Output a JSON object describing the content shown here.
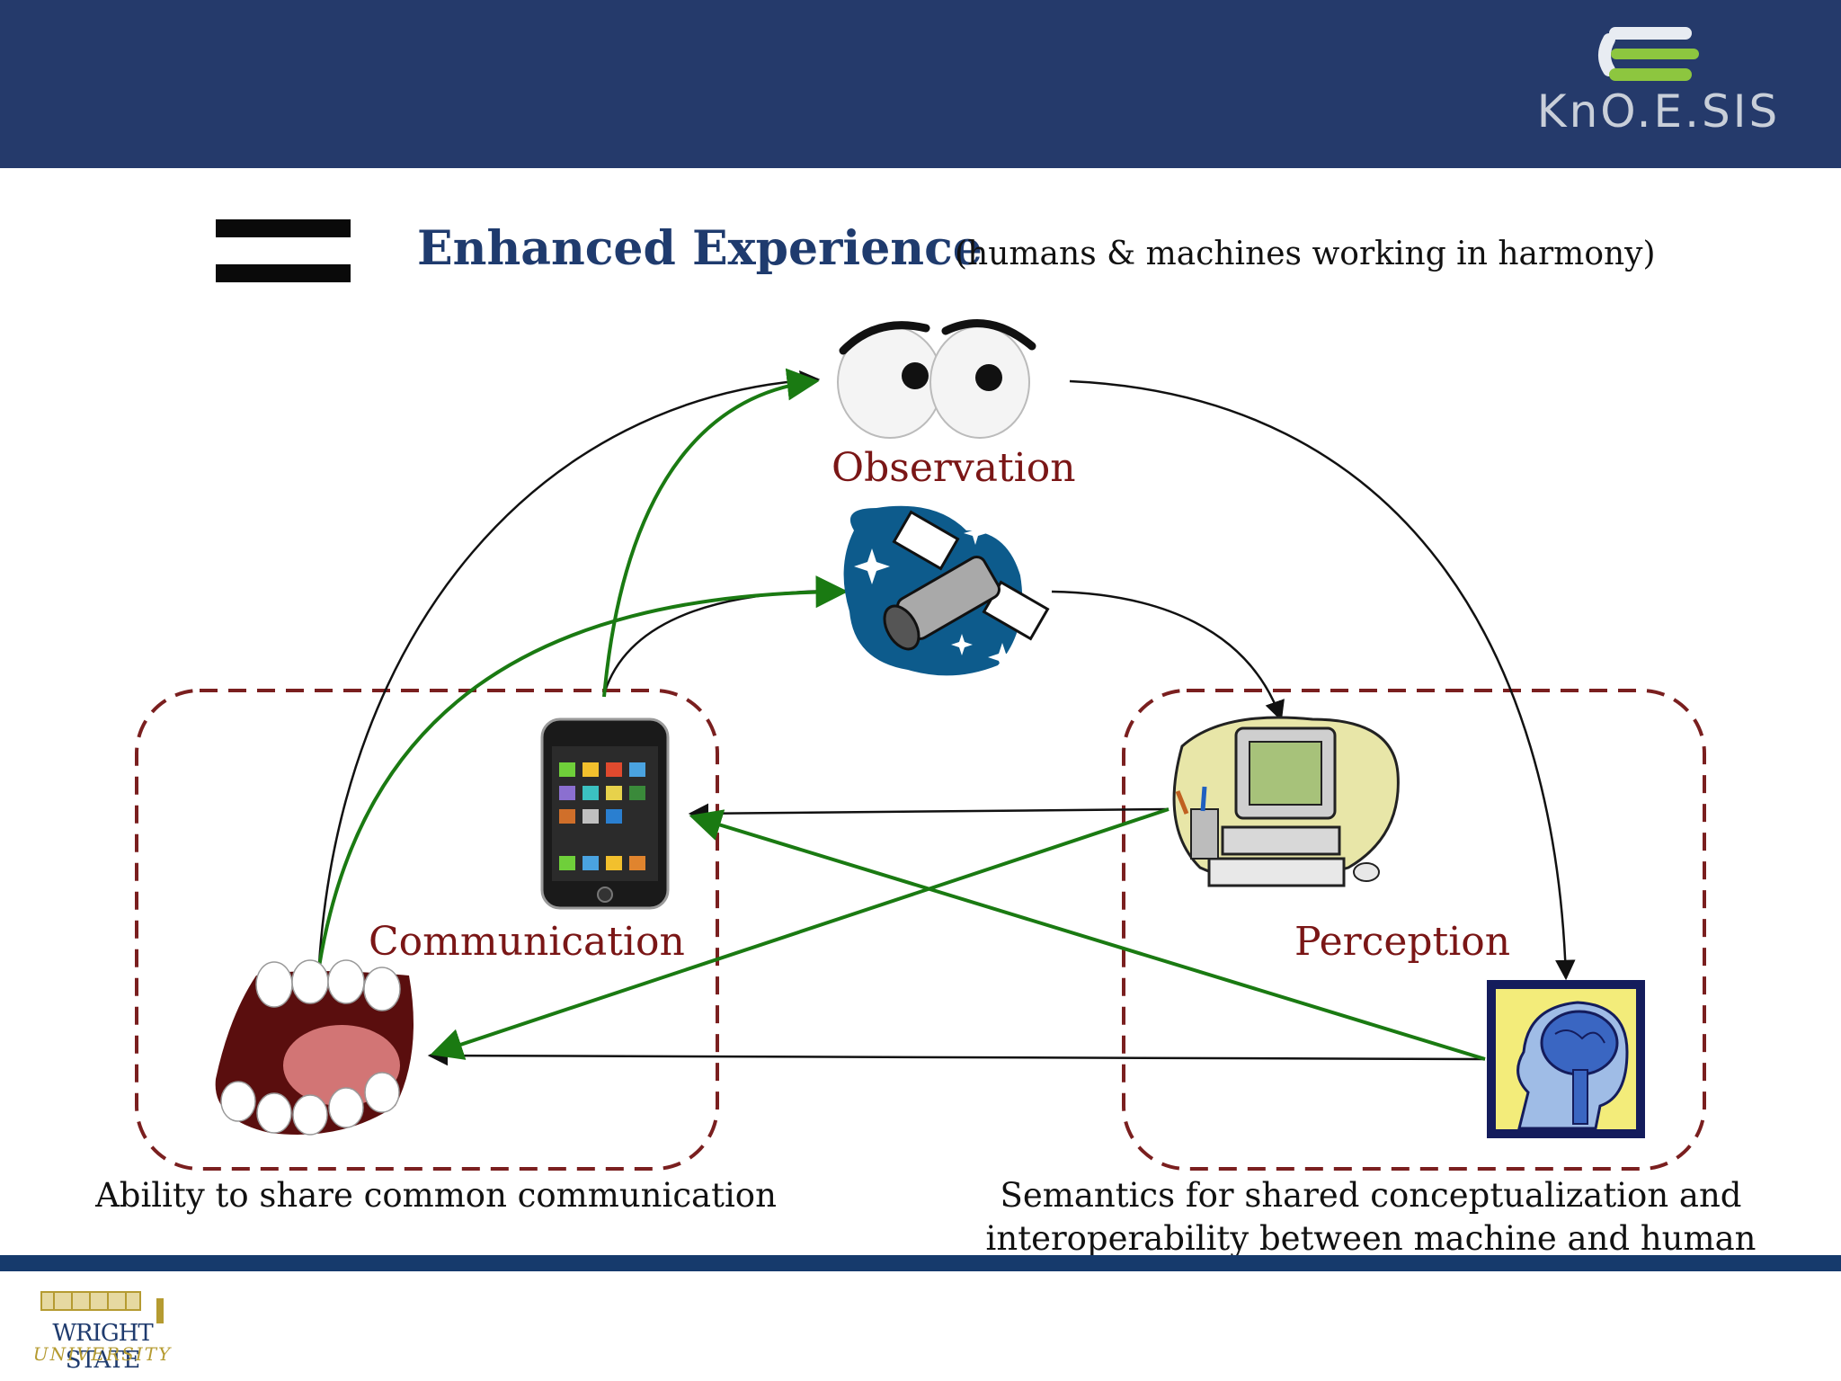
{
  "header": {
    "logo_text": "KnO.E.SIS",
    "colors": {
      "bar": "#253a6b",
      "logo_green": "#8dc63f",
      "logo_white": "#e8ecf2"
    }
  },
  "title": "Enhanced Experience",
  "subtitle": "(humans & machines working in harmony)",
  "nodes": {
    "observation": {
      "label": "Observation",
      "icon": "eyes-icon"
    },
    "sensor": {
      "icon": "satellite-sos-icon"
    },
    "communication": {
      "label": "Communication",
      "icon": "smartphone-icon"
    },
    "mouth": {
      "icon": "mouth-icon"
    },
    "perception": {
      "label": "Perception",
      "icon": "computer-icon"
    },
    "brain": {
      "icon": "brain-head-icon"
    }
  },
  "captions": {
    "left": "Ability to share common communication",
    "right_line1": "Semantics for shared conceptualization and",
    "right_line2": "interoperability between machine and human"
  },
  "footer": {
    "university_line1": "WRIGHT STATE",
    "university_line2": "UNIVERSITY"
  },
  "colors": {
    "label_red": "#7a1616",
    "arrow_green": "#1a7a12",
    "arrow_black": "#111111",
    "dashed_box": "#7a1f1f",
    "title_blue": "#1f3b6e"
  }
}
